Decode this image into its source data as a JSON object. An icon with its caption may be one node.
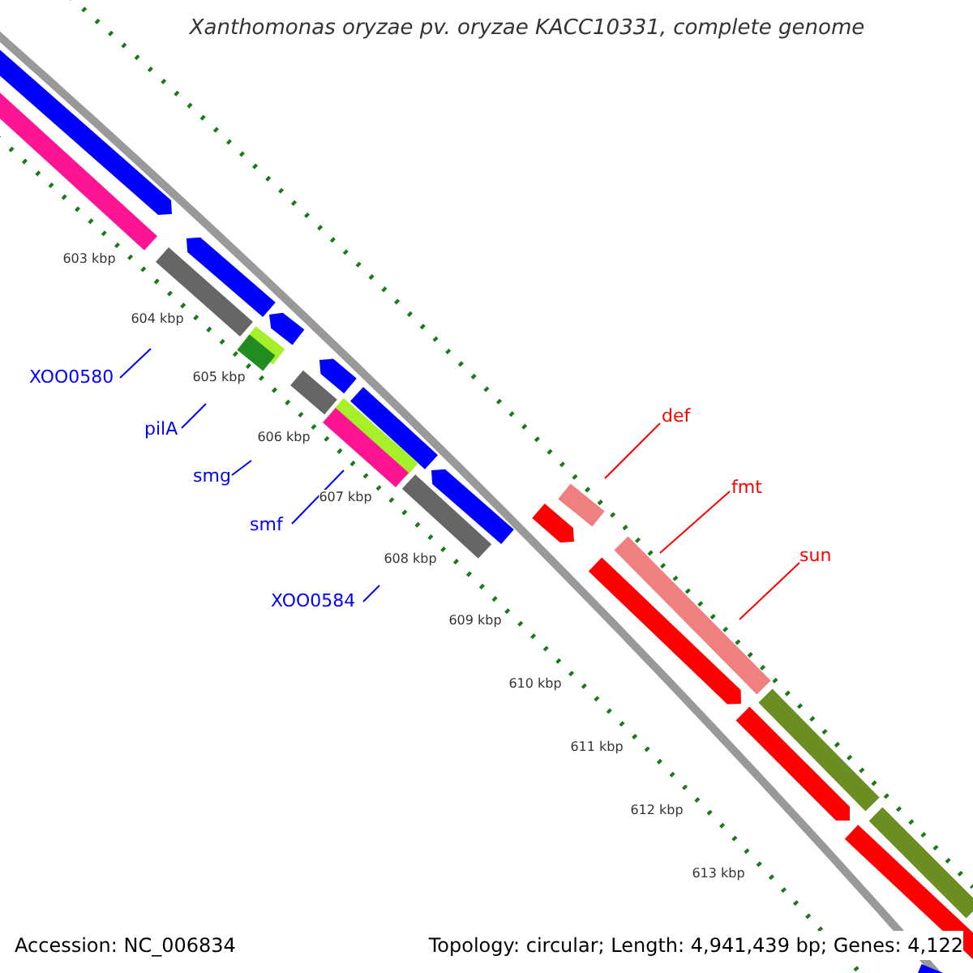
{
  "diagram": {
    "title": "Xanthomonas oryzae pv. oryzae KACC10331, complete genome",
    "nodes": [
      {
        "text": [
          "XOO0580"
        ]
      },
      {
        "text": [
          "pilA"
        ]
      },
      {
        "text": [
          "smg"
        ]
      },
      {
        "text": [
          "smf"
        ]
      },
      {
        "text": [
          "XOO0584"
        ]
      },
      {
        "text": [
          "def"
        ]
      },
      {
        "text": [
          "fmt"
        ]
      },
      {
        "text": [
          "sun"
        ]
      }
    ],
    "edges": [
      {
        "from": 0,
        "to": null,
        "arrow": "none"
      },
      {
        "from": 1,
        "to": null,
        "arrow": "none"
      },
      {
        "from": 2,
        "to": null,
        "arrow": "none"
      },
      {
        "from": 3,
        "to": null,
        "arrow": "none"
      },
      {
        "from": 4,
        "to": null,
        "arrow": "none"
      },
      {
        "from": 5,
        "to": null,
        "arrow": "none",
        "color": "#ff0000"
      },
      {
        "from": 6,
        "to": null,
        "arrow": "none",
        "color": "#ff0000"
      },
      {
        "from": 7,
        "to": null,
        "arrow": "none",
        "color": "#ff0000"
      }
    ],
    "labels": [
      "603 kbp",
      "604 kbp",
      "605 kbp",
      "606 kbp",
      "607 kbp",
      "608 kbp",
      "609 kbp",
      "610 kbp",
      "611 kbp",
      "612 kbp",
      "613 kbp",
      "Accession: NC_006834",
      "Topology: circular; Length: 4,941,439 bp; Genes: 4,122"
    ]
  }
}
